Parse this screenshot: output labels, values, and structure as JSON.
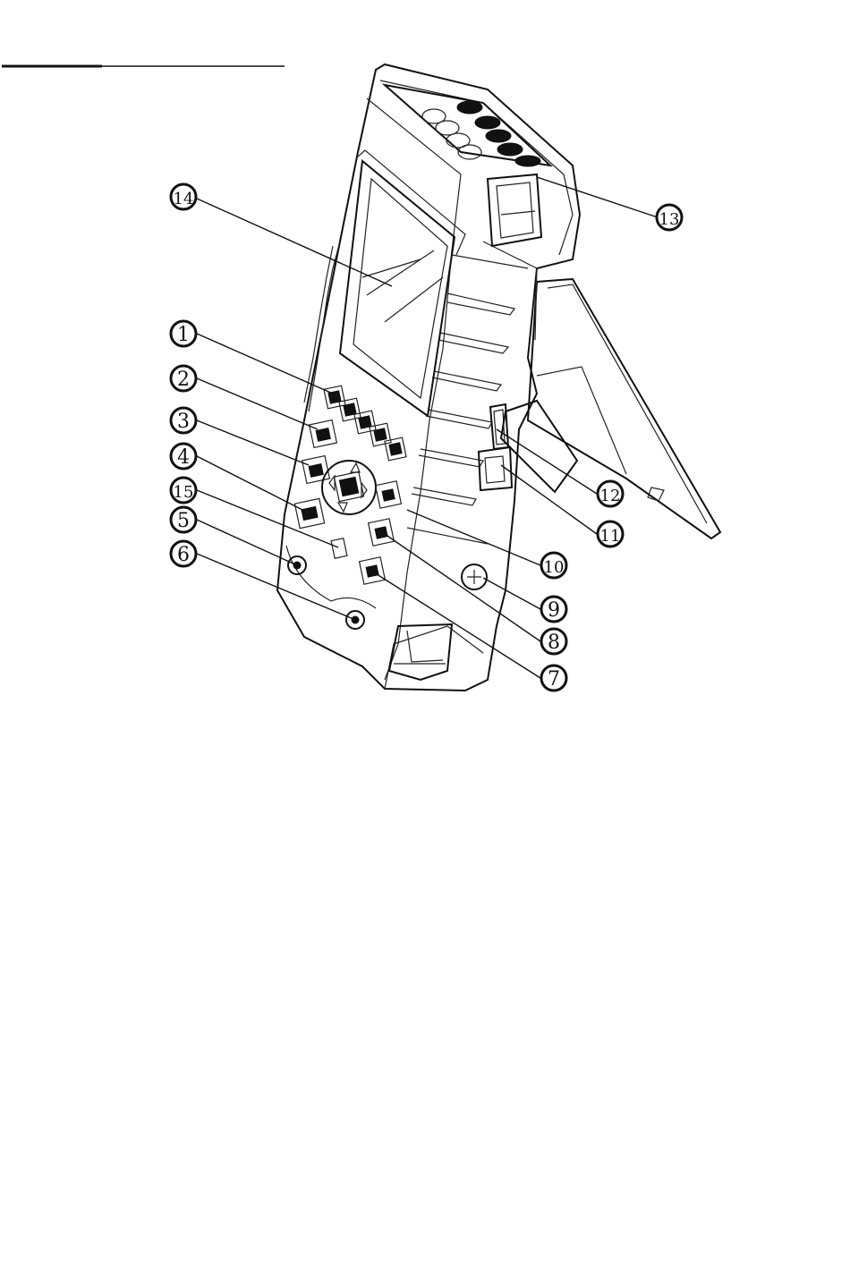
{
  "diagram": {
    "callouts": [
      {
        "id": "c1",
        "label": "1"
      },
      {
        "id": "c2",
        "label": "2"
      },
      {
        "id": "c3",
        "label": "3"
      },
      {
        "id": "c4",
        "label": "4"
      },
      {
        "id": "c15",
        "label": "15"
      },
      {
        "id": "c5",
        "label": "5"
      },
      {
        "id": "c6",
        "label": "6"
      },
      {
        "id": "c14",
        "label": "14"
      },
      {
        "id": "c13",
        "label": "13"
      },
      {
        "id": "c12",
        "label": "12"
      },
      {
        "id": "c11",
        "label": "11"
      },
      {
        "id": "c10",
        "label": "10"
      },
      {
        "id": "c9",
        "label": "9"
      },
      {
        "id": "c8",
        "label": "8"
      },
      {
        "id": "c7",
        "label": "7"
      }
    ]
  },
  "colors": {
    "ink": "#111111",
    "paper": "#ffffff"
  }
}
